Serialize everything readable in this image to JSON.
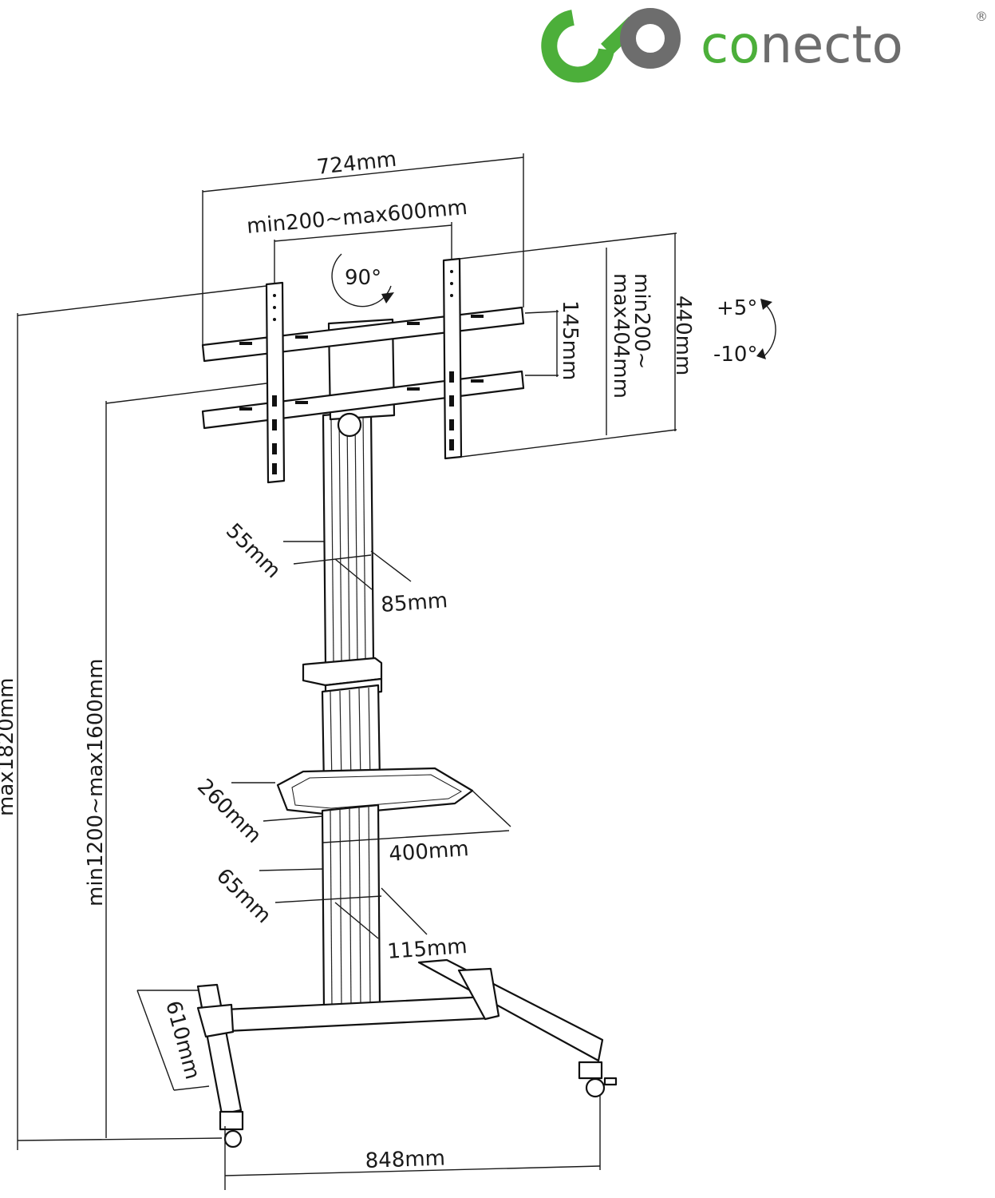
{
  "brand": {
    "name_co": "co",
    "name_rest": "necto",
    "registered": "®",
    "colors": {
      "green": "#4caf3a",
      "gray": "#6d6d6d"
    }
  },
  "dimensions": {
    "bracket_width": "724mm",
    "vesa_horizontal": "min200~max600mm",
    "rotation": "90°",
    "vesa_vertical_line1": "min200~",
    "vesa_vertical_line2": "max404mm",
    "bracket_height": "440mm",
    "arm_spacing": "145mm",
    "tilt_up": "+5°",
    "tilt_down": "-10°",
    "total_height": "max1820mm",
    "mount_height": "min1200~max1600mm",
    "upper_column_depth": "55mm",
    "upper_column_width": "85mm",
    "shelf_depth": "260mm",
    "shelf_width": "400mm",
    "lower_column_depth": "65mm",
    "lower_column_width": "115mm",
    "base_depth": "610mm",
    "base_width": "848mm"
  },
  "icons": [
    "rotation-arrow-icon",
    "tilt-arrow-icon"
  ]
}
